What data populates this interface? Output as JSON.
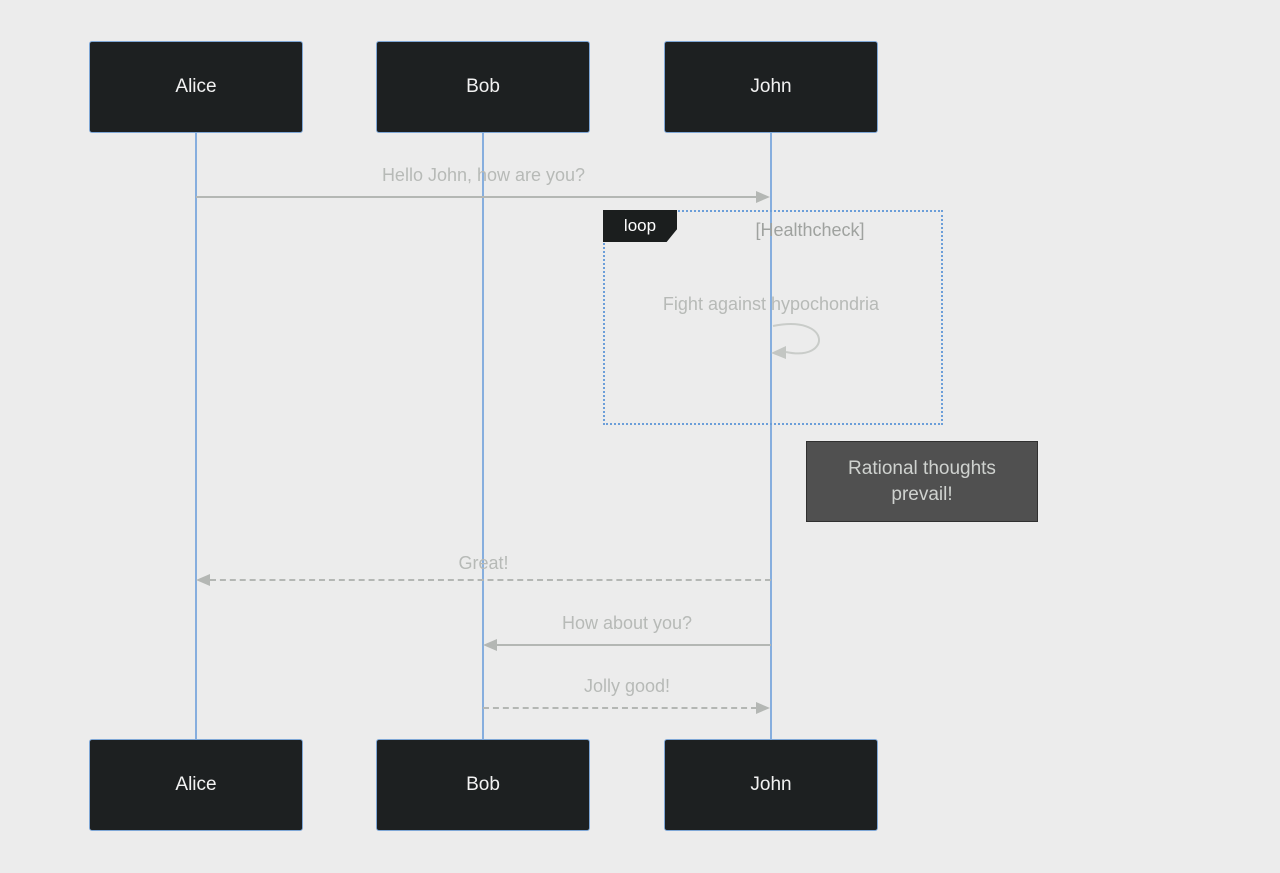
{
  "actors": [
    "Alice",
    "Bob",
    "John"
  ],
  "messages": [
    {
      "text": "Hello John, how are you?",
      "from": "Alice",
      "to": "John",
      "line": "solid"
    },
    {
      "text": "Great!",
      "from": "John",
      "to": "Alice",
      "line": "dashed"
    },
    {
      "text": "How about you?",
      "from": "John",
      "to": "Bob",
      "line": "solid"
    },
    {
      "text": "Jolly good!",
      "from": "Bob",
      "to": "John",
      "line": "dashed"
    }
  ],
  "loop": {
    "label": "loop",
    "condition": "[Healthcheck]",
    "self_message": "Fight against hypochondria"
  },
  "note": {
    "text": "Rational thoughts prevail!"
  },
  "colors": {
    "background": "#ececec",
    "actor_fill": "#1d2021",
    "actor_border": "#7fa7d6",
    "lifeline": "#86aede",
    "message": "#b4b7b4",
    "loop_border": "#6b9ed9",
    "loop_label_fill": "#1b1e1e",
    "note_fill": "#505050",
    "note_text": "#cfd2cf"
  }
}
